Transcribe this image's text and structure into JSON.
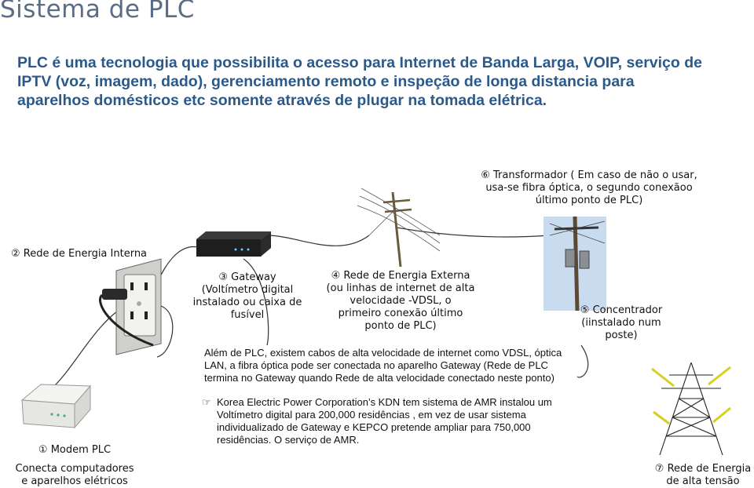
{
  "title": "Sistema de PLC",
  "intro": "PLC é uma tecnologia que possibilita o acesso para Internet de Banda Larga, VOIP, serviço de IPTV (voz, imagem, dado), gerenciamento remoto e inspeção de longa distancia para aparelhos domésticos etc somente através de plugar na tomada elétrica.",
  "labels": {
    "transformer": [
      "⑥ Transformador ( Em caso de não o usar,",
      "usa-se fibra  óptica, o segundo conexãoo",
      "último ponto de PLC)"
    ],
    "internal_grid": "② Rede de Energia Interna",
    "gateway": [
      "③ Gateway",
      "(Voltímetro digital",
      "instalado ou caixa de",
      "fusível"
    ],
    "external_grid": [
      "④ Rede de Energia Externa",
      "(ou linhas de internet de alta",
      "velocidade -VDSL, o",
      "primeiro conexão último",
      "ponto de PLC)"
    ],
    "concentrator": [
      "⑤ Concentrador",
      "(iinstalado num",
      "poste)"
    ],
    "modem_title": "① Modem PLC",
    "modem_desc": [
      "Conecta computadores",
      "e aparelhos elétricos"
    ],
    "high_voltage": [
      "⑦ Rede de Energia",
      "de alta tensão"
    ]
  },
  "notes": {
    "gateway_note": [
      "Além de  PLC, existem  cabos de alta velocidade  de  internet  como VDSL, óptica",
      "LAN, a fibra óptica pode ser conectada no aparelho Gateway (Rede  de PLC",
      "termina  no Gateway  quando  Rede de  alta velocidade conectado neste ponto)"
    ],
    "kepco_bullet": "☞",
    "kepco_note": [
      "Korea Electric Power Corporation’s KDN tem sistema de  AMR instalou  um",
      "Voltímetro digital  para  200,000  residências , em vez de  usar sistema",
      "individualizado de Gateway e KEPCO pretende  ampliar para 750,000",
      "residências. O serviço de AMR."
    ]
  },
  "colors": {
    "title": "#5a6d86",
    "intro": "#2b5a8a",
    "connector": "#333333",
    "outlet": "#e8e8e4"
  },
  "icons": [
    "power-outlet-icon",
    "gateway-device-icon",
    "utility-pole-icon",
    "transformer-pole-icon",
    "modem-icon",
    "transmission-tower-icon"
  ]
}
